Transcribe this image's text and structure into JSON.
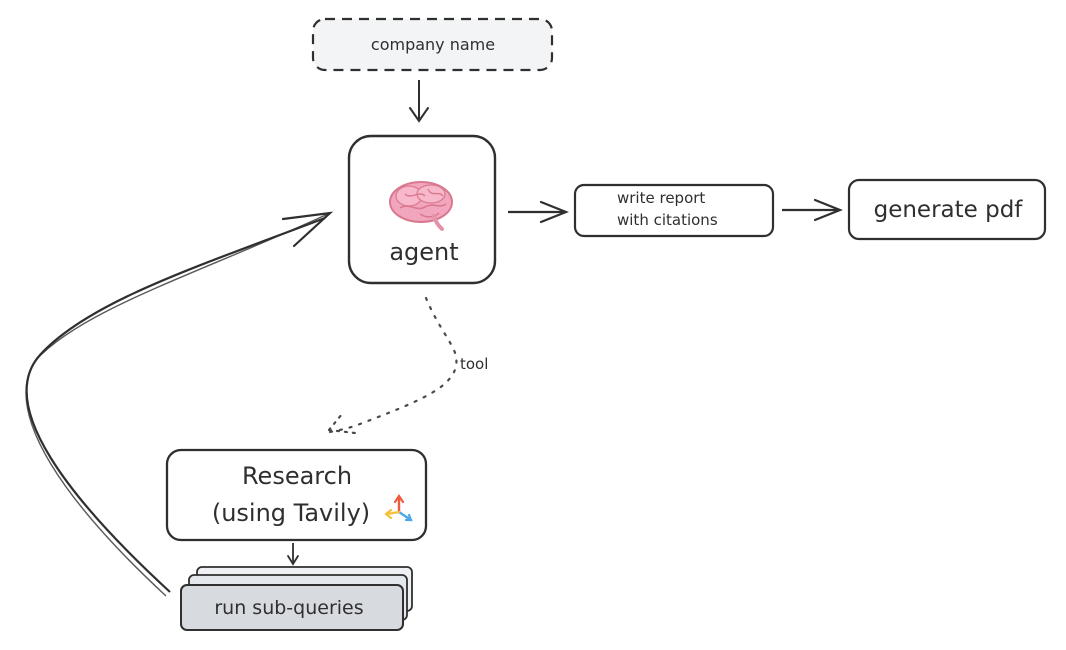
{
  "nodes": {
    "company_name": "company name",
    "agent": "agent",
    "write_report_line1": "write report",
    "write_report_line2": "with citations",
    "generate_pdf": "generate pdf",
    "research_line1": "Research",
    "research_line2": "(using Tavily)",
    "run_sub_queries": "run sub-queries"
  },
  "edges": {
    "tool_label": "tool"
  },
  "icons": {
    "agent": "brain-icon",
    "research": "tavily-logo-icon"
  },
  "colors": {
    "stroke": "#2f2f2f",
    "company_fill": "#f3f4f6",
    "subquery_fill": "#d7dade",
    "brain": "#f2a6bd",
    "brain_dark": "#d9788f",
    "tavily_red": "#ef5a3c",
    "tavily_blue": "#4ea7e8",
    "tavily_yellow": "#f5bf3b"
  }
}
